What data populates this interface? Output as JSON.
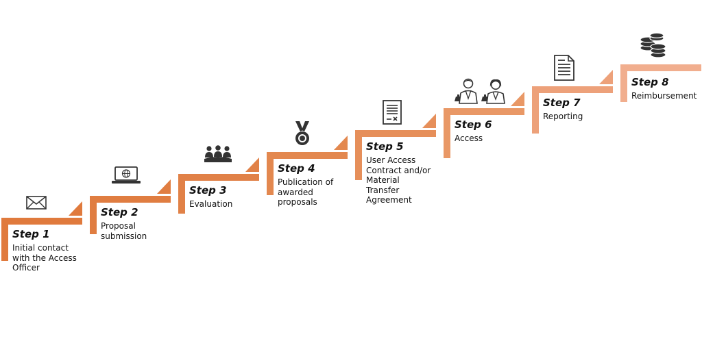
{
  "steps": [
    {
      "title": "Step 1",
      "description": "Initial contact\nwith the Access\nOfficer",
      "icon": "envelope-icon",
      "color": "#E07A3D"
    },
    {
      "title": "Step 2",
      "description": "Proposal\nsubmission",
      "icon": "laptop-globe-icon",
      "color": "#E07D41"
    },
    {
      "title": "Step 3",
      "description": "Evaluation",
      "icon": "committee-icon",
      "color": "#E18147"
    },
    {
      "title": "Step 4",
      "description": "Publication of\nawarded\nproposals",
      "icon": "medal-icon",
      "color": "#E3884F"
    },
    {
      "title": "Step 5",
      "description": "User Access\nContract and/or\nMaterial\nTransfer\nAgreement",
      "icon": "contract-icon",
      "color": "#E68F5A"
    },
    {
      "title": "Step 6",
      "description": "Access",
      "icon": "scientists-icon",
      "color": "#E99866"
    },
    {
      "title": "Step 7",
      "description": "Reporting",
      "icon": "report-document-icon",
      "color": "#EDA17A"
    },
    {
      "title": "Step 8",
      "description": "Reimbursement",
      "icon": "coins-icon",
      "color": "#F1AE8E"
    }
  ]
}
